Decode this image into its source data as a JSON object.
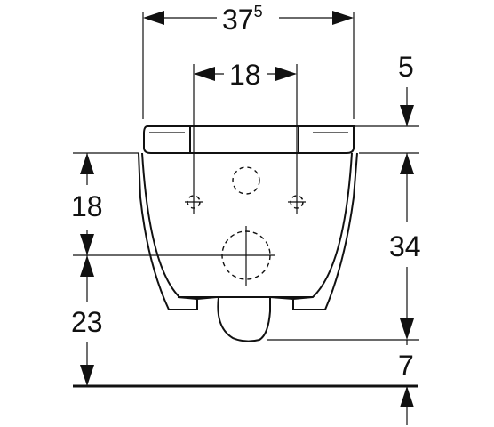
{
  "dimensions": {
    "overall_width": {
      "value": "37",
      "superscript": "5"
    },
    "bolt_spacing": {
      "value": "18"
    },
    "seat_thickness": {
      "value": "5"
    },
    "bowl_height": {
      "value": "34"
    },
    "bolt_to_outlet": {
      "value": "18"
    },
    "outlet_height": {
      "value": "23"
    },
    "floor_clearance": {
      "value": "7"
    }
  },
  "colors": {
    "line": "#111111",
    "background": "#ffffff"
  }
}
